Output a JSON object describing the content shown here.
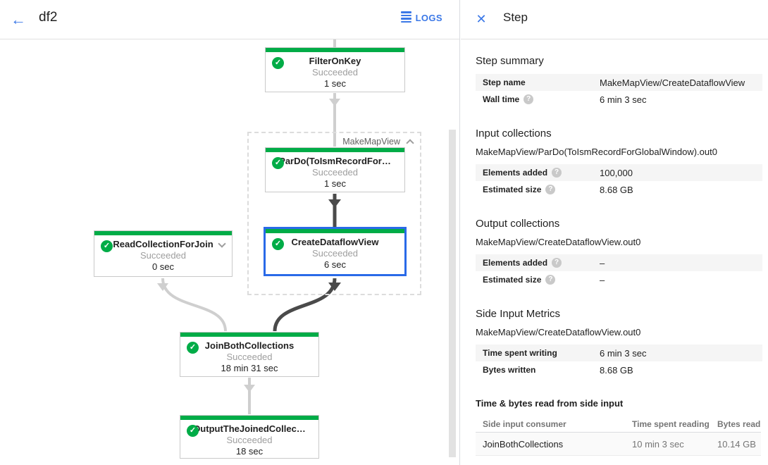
{
  "colors": {
    "accent_blue": "#3b78e7",
    "success_green": "#00ac47",
    "selected_border": "#2a6ae8"
  },
  "topbar": {
    "back_icon": "arrow-left-icon",
    "job_title": "df2",
    "logs_icon": "list-icon",
    "logs_label": "LOGS"
  },
  "panel": {
    "close_icon": "close-icon",
    "title": "Step",
    "step_summary": {
      "heading": "Step summary",
      "rows": [
        {
          "label": "Step name",
          "value": "MakeMapView/CreateDataflowView"
        },
        {
          "label": "Wall time",
          "value": "6 min 3 sec",
          "help": "help-icon"
        }
      ]
    },
    "input_collections": {
      "heading": "Input collections",
      "collection": "MakeMapView/ParDo(ToIsmRecordForGlobalWindow).out0",
      "rows": [
        {
          "label": "Elements added",
          "value": "100,000",
          "help": "help-icon"
        },
        {
          "label": "Estimated size",
          "value": "8.68 GB",
          "help": "help-icon"
        }
      ]
    },
    "output_collections": {
      "heading": "Output collections",
      "collection": "MakeMapView/CreateDataflowView.out0",
      "rows": [
        {
          "label": "Elements added",
          "value": "–",
          "help": "help-icon"
        },
        {
          "label": "Estimated size",
          "value": "–",
          "help": "help-icon"
        }
      ]
    },
    "side_input_metrics": {
      "heading": "Side Input Metrics",
      "collection": "MakeMapView/CreateDataflowView.out0",
      "rows": [
        {
          "label": "Time spent writing",
          "value": "6 min 3 sec"
        },
        {
          "label": "Bytes written",
          "value": "8.68 GB"
        }
      ],
      "table": {
        "title": "Time & bytes read from side input",
        "columns": [
          "Side input consumer",
          "Time spent reading",
          "Bytes read"
        ],
        "rows": [
          {
            "consumer": "JoinBothCollections",
            "time": "10 min 3 sec",
            "bytes": "10.14 GB"
          }
        ]
      }
    }
  },
  "graph": {
    "group_label": "MakeMapView",
    "nodes": [
      {
        "title": "FilterOnKey",
        "status": "Succeeded",
        "time": "1 sec"
      },
      {
        "title": "ParDo(ToIsmRecordFor…",
        "status": "Succeeded",
        "time": "1 sec"
      },
      {
        "title": "CreateDataflowView",
        "status": "Succeeded",
        "time": "6 sec"
      },
      {
        "title": "ReadCollectionForJoin",
        "status": "Succeeded",
        "time": "0 sec"
      },
      {
        "title": "JoinBothCollections",
        "status": "Succeeded",
        "time": "18 min 31 sec"
      },
      {
        "title": "OutputTheJoinedCollec…",
        "status": "Succeeded",
        "time": "18 sec"
      }
    ]
  }
}
